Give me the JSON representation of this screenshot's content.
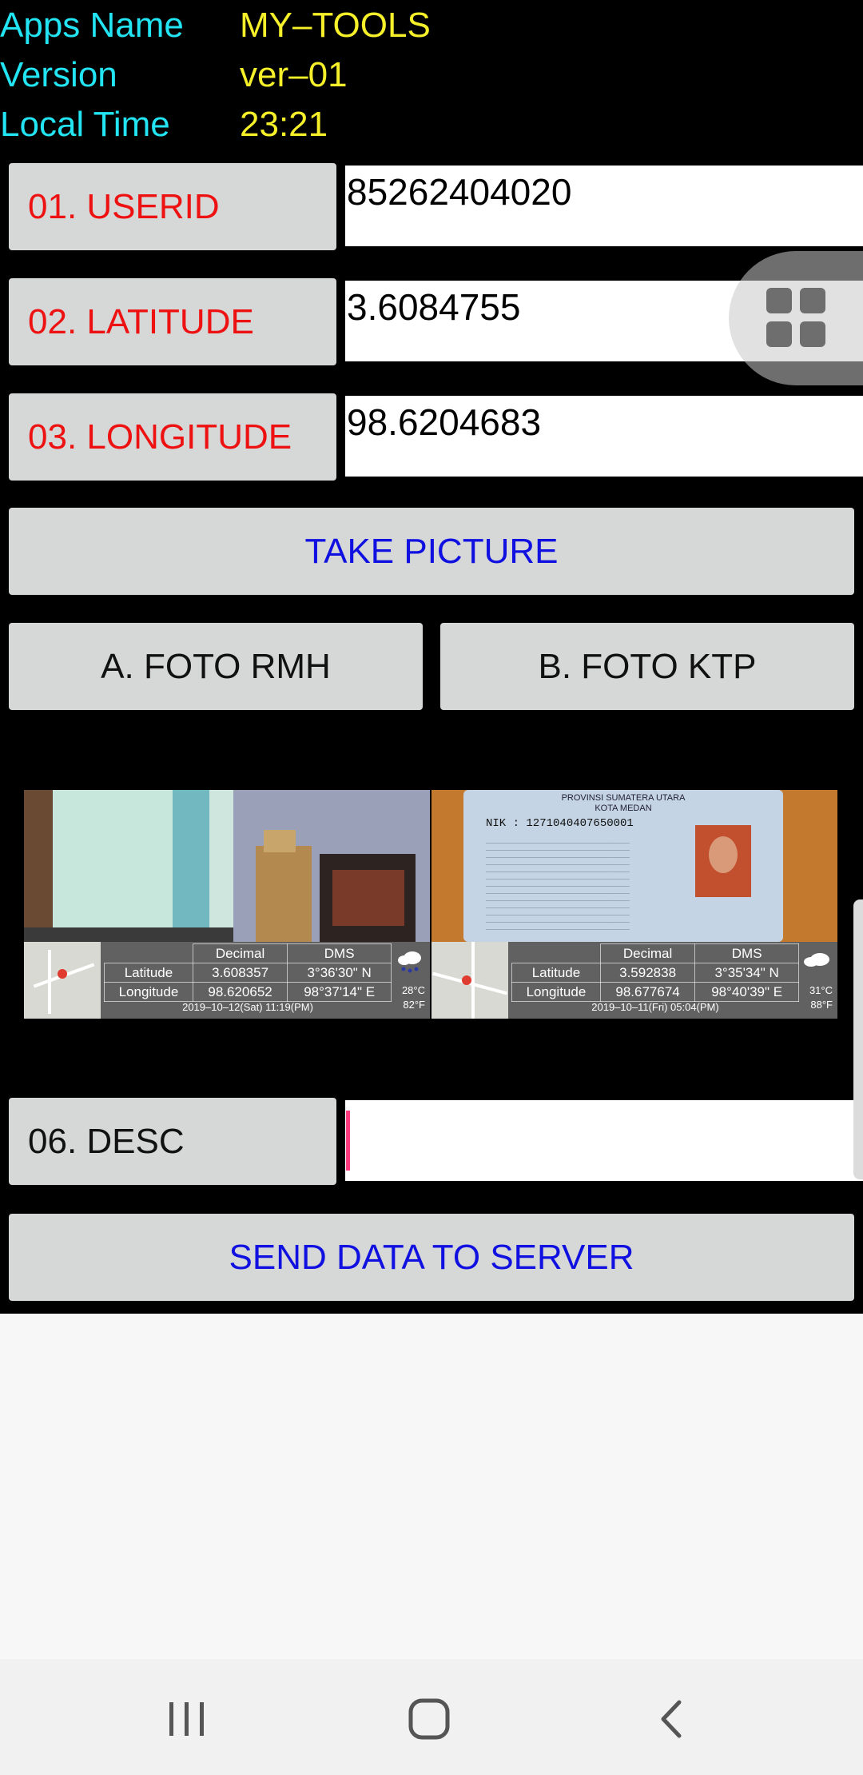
{
  "info": {
    "app_name_label": "Apps Name",
    "app_name_value": "MY–TOOLS",
    "version_label": "Version",
    "version_value": "ver–01",
    "time_label": "Local Time",
    "time_value": "23:21"
  },
  "form": {
    "userid_label": "01. USERID",
    "userid_value": "85262404020",
    "latitude_label": "02. LATITUDE",
    "latitude_value": "3.6084755",
    "longitude_label": "03. LONGITUDE",
    "longitude_value": "98.6204683",
    "take_picture_label": "TAKE PICTURE",
    "foto_rmh_label": "A. FOTO RMH",
    "foto_ktp_label": "B. FOTO KTP",
    "desc_label": "06. DESC",
    "desc_value": "",
    "send_label": "SEND DATA TO SERVER"
  },
  "photos": [
    {
      "col_decimal": "Decimal",
      "col_dms": "DMS",
      "lat_label": "Latitude",
      "lat_decimal": "3.608357",
      "lat_dms": "3°36'30\" N",
      "lon_label": "Longitude",
      "lon_decimal": "98.620652",
      "lon_dms": "98°37'14\" E",
      "date": "2019–10–12(Sat)  11:19(PM)",
      "temp_c": "28°C",
      "temp_f": "82°F"
    },
    {
      "card_province": "PROVINSI SUMATERA UTARA",
      "card_city": "KOTA MEDAN",
      "card_nik": "NIK : 1271040407650001",
      "col_decimal": "Decimal",
      "col_dms": "DMS",
      "lat_label": "Latitude",
      "lat_decimal": "3.592838",
      "lat_dms": "3°35'34\" N",
      "lon_label": "Longitude",
      "lon_decimal": "98.677674",
      "lon_dms": "98°40'39\" E",
      "date": "2019–10–11(Fri)  05:04(PM)",
      "temp_c": "31°C",
      "temp_f": "88°F"
    }
  ],
  "colors": {
    "label_red": "#ee1111",
    "action_blue": "#1010e0",
    "info_key": "#22e4f2",
    "info_value": "#f5f02a",
    "desc_cursor": "#ff3b7f"
  },
  "icons": {
    "floating": "grid-icon",
    "nav_recent": "recent-apps-icon",
    "nav_home": "home-icon",
    "nav_back": "back-icon"
  }
}
